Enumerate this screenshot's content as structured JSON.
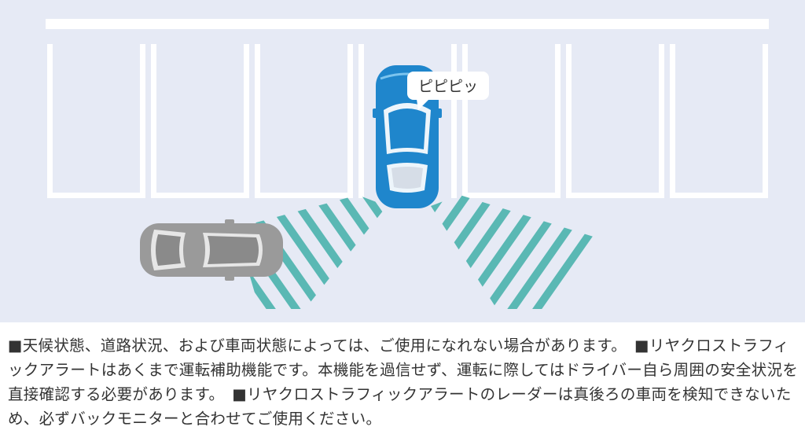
{
  "scene": {
    "bubble_text": "ピピピッ",
    "colors": {
      "ground": "#e6eaf5",
      "lines": "#ffffff",
      "own_car": "#1f86cc",
      "approaching_car": "#9a9a9a",
      "radar_stripes": "#5ab8b4"
    }
  },
  "notes": [
    "■天候状態、道路状況、および車両状態によっては、ご使用になれない場合があります。",
    "■リヤクロストラフィックアラートはあくまで運転補助機能です。本機能を過信せず、運転に際してはドライバー自ら周囲の安全状況を直接確認する必要があります。",
    "■リヤクロストラフィックアラートのレーダーは真後ろの車両を検知できないため、必ずバックモニターと合わせてご使用ください。"
  ]
}
